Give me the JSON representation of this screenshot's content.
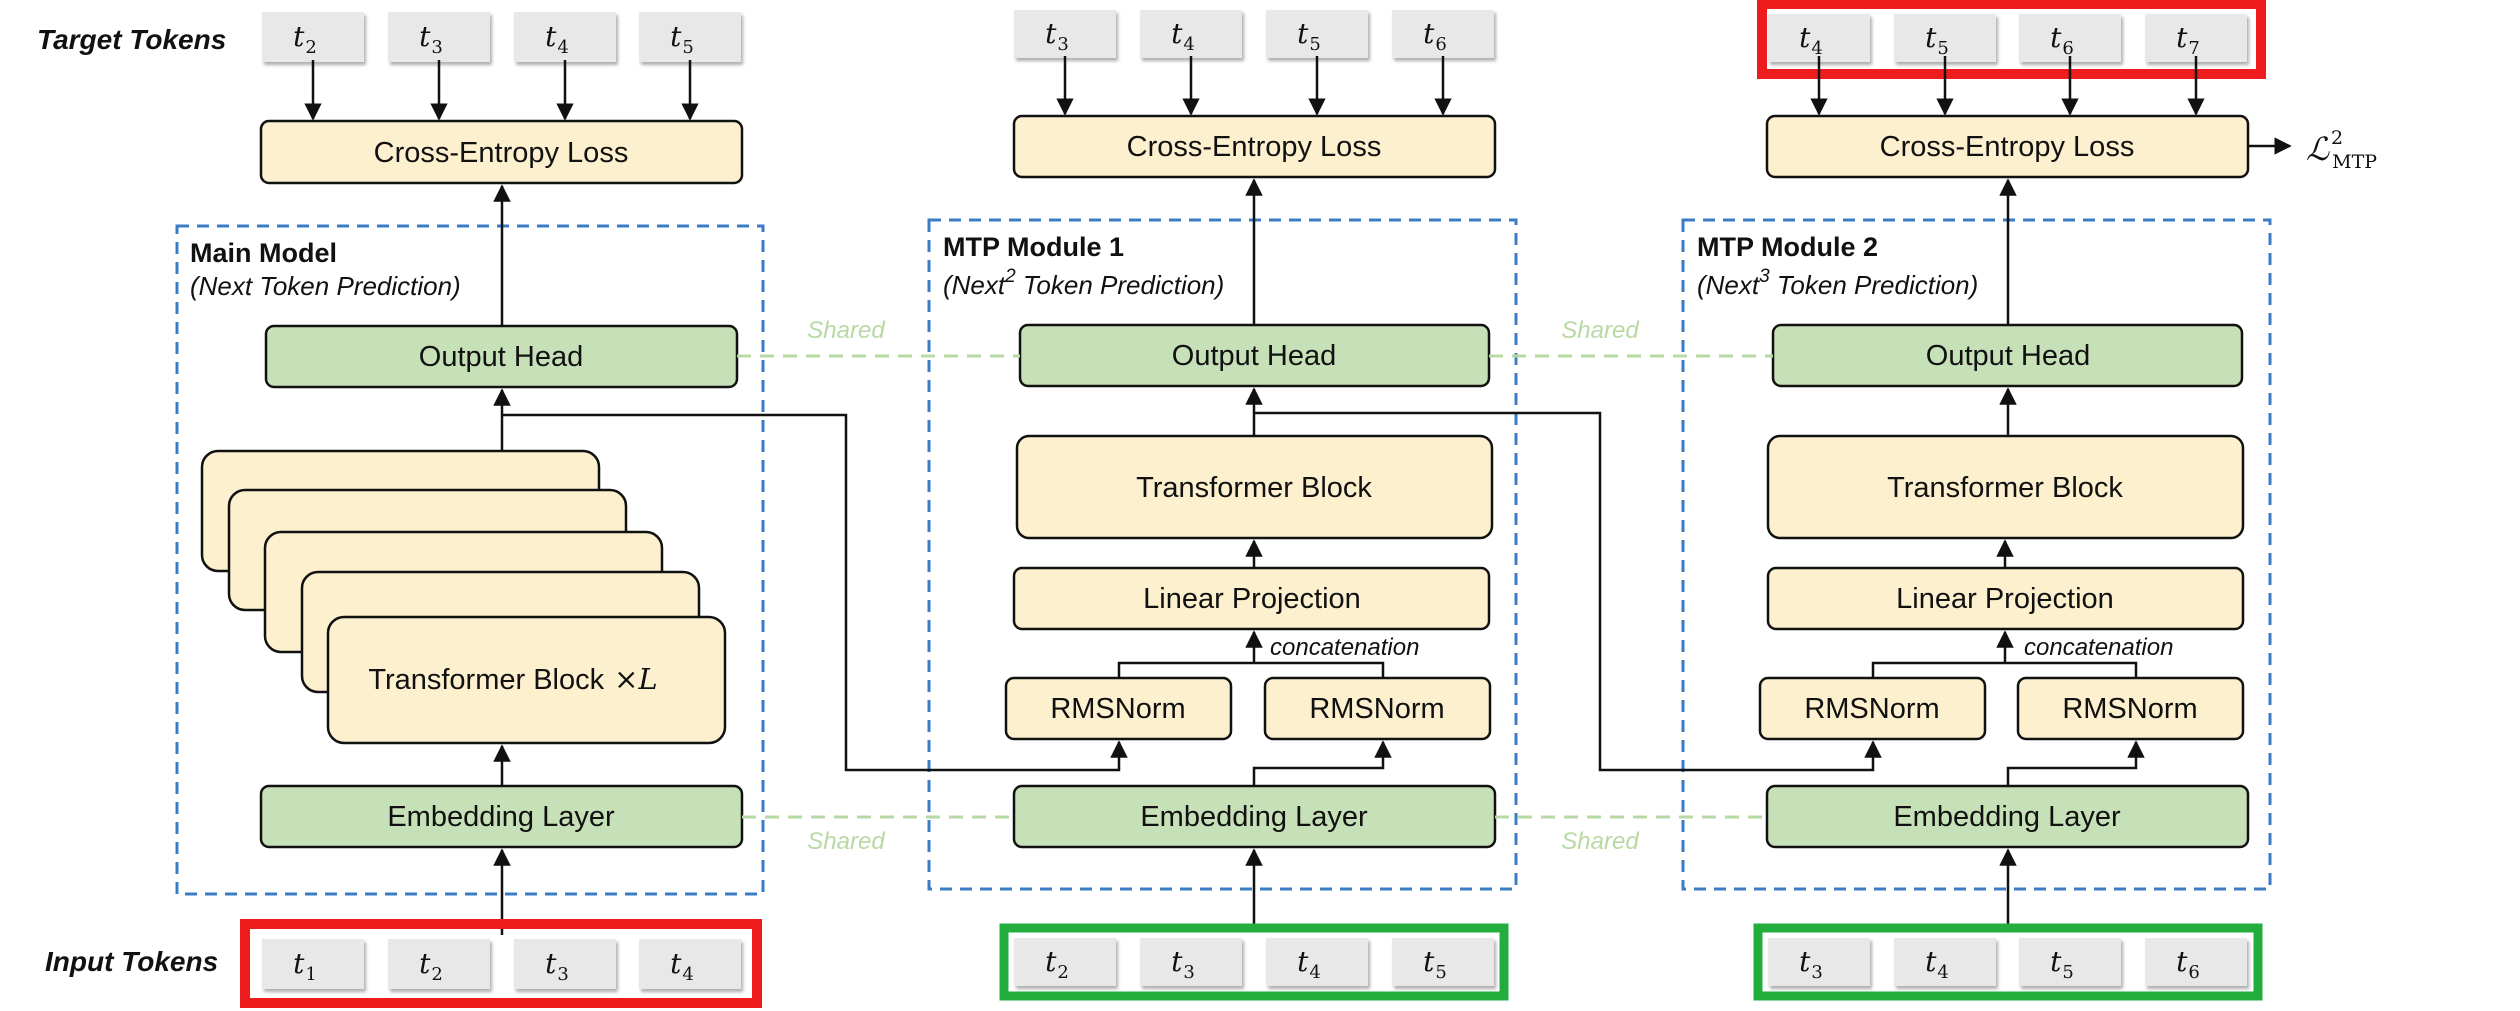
{
  "row_labels": {
    "target": "Target Tokens",
    "input": "Input Tokens"
  },
  "main_model": {
    "title": "Main Model",
    "subtitle": "(Next Token Prediction)",
    "loss": "Cross-Entropy Loss",
    "output_head": "Output Head",
    "transformer_block": "Transformer Block",
    "transformer_repeat": "×L",
    "embedding": "Embedding Layer",
    "target_tokens": [
      {
        "t": "t",
        "s": "2"
      },
      {
        "t": "t",
        "s": "3"
      },
      {
        "t": "t",
        "s": "4"
      },
      {
        "t": "t",
        "s": "5"
      }
    ],
    "input_tokens": [
      {
        "t": "t",
        "s": "1"
      },
      {
        "t": "t",
        "s": "2"
      },
      {
        "t": "t",
        "s": "3"
      },
      {
        "t": "t",
        "s": "4"
      }
    ]
  },
  "mtp1": {
    "title": "MTP Module 1",
    "subtitle_pre": "(Next",
    "subtitle_sup": "2",
    "subtitle_post": " Token Prediction)",
    "loss": "Cross-Entropy Loss",
    "output_head": "Output Head",
    "transformer_block": "Transformer Block",
    "linear": "Linear Projection",
    "concat": "concatenation",
    "rmsnorm_left": "RMSNorm",
    "rmsnorm_right": "RMSNorm",
    "embedding": "Embedding Layer",
    "target_tokens": [
      {
        "t": "t",
        "s": "3"
      },
      {
        "t": "t",
        "s": "4"
      },
      {
        "t": "t",
        "s": "5"
      },
      {
        "t": "t",
        "s": "6"
      }
    ],
    "input_tokens": [
      {
        "t": "t",
        "s": "2"
      },
      {
        "t": "t",
        "s": "3"
      },
      {
        "t": "t",
        "s": "4"
      },
      {
        "t": "t",
        "s": "5"
      }
    ]
  },
  "mtp2": {
    "title": "MTP Module 2",
    "subtitle_pre": "(Next",
    "subtitle_sup": "3",
    "subtitle_post": " Token Prediction)",
    "loss": "Cross-Entropy Loss",
    "loss_symbol": "ℒ",
    "loss_sup": "2",
    "loss_sub": "MTP",
    "output_head": "Output Head",
    "transformer_block": "Transformer Block",
    "linear": "Linear Projection",
    "concat": "concatenation",
    "rmsnorm_left": "RMSNorm",
    "rmsnorm_right": "RMSNorm",
    "embedding": "Embedding Layer",
    "target_tokens": [
      {
        "t": "t",
        "s": "4"
      },
      {
        "t": "t",
        "s": "5"
      },
      {
        "t": "t",
        "s": "6"
      },
      {
        "t": "t",
        "s": "7"
      }
    ],
    "input_tokens": [
      {
        "t": "t",
        "s": "3"
      },
      {
        "t": "t",
        "s": "4"
      },
      {
        "t": "t",
        "s": "5"
      },
      {
        "t": "t",
        "s": "6"
      }
    ]
  },
  "shared_label": "Shared",
  "colors": {
    "yellow_fill": "#fdf0cf",
    "green_fill": "#c6e1b7",
    "token_fill": "#e8e8e8",
    "dashed_border": "#3b7cc4",
    "shared_line": "#b7d9a4",
    "highlight_red": "#ee1c1c",
    "highlight_green": "#22ad3c"
  }
}
